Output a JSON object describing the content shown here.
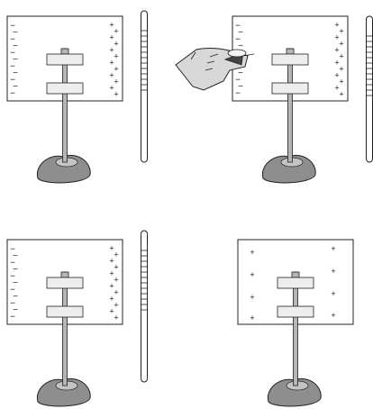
{
  "colors": {
    "line": "#222222",
    "stand": "#b5b5b5",
    "clamp": "#ededed",
    "rock": "#8e8e8e",
    "rock_highlight": "#c4c4c4",
    "glove": "#d8d8d8",
    "glove_dark": "#444444",
    "background": "#ffffff"
  },
  "symbols": {
    "positive": "+",
    "negative": "−"
  },
  "panels": [
    {
      "name": "panel-top-left",
      "left_charges": "negative",
      "right_charges": "positive",
      "charge_pattern": "separated",
      "has_rod": true,
      "has_hand": false
    },
    {
      "name": "panel-top-right",
      "left_charges": "negative",
      "right_charges": "positive",
      "charge_pattern": "separated",
      "has_rod": true,
      "has_hand": true
    },
    {
      "name": "panel-bottom-left",
      "left_charges": "negative",
      "right_charges": "positive",
      "charge_pattern": "separated",
      "has_rod": true,
      "has_hand": false
    },
    {
      "name": "panel-bottom-right",
      "left_charges": "none",
      "right_charges": "positive",
      "charge_pattern": "distributed",
      "has_rod": false,
      "has_hand": false
    }
  ],
  "icons": {
    "hand": "gloved-hand-icon",
    "rod": "charged-rod-icon",
    "rock": "rock-base-icon"
  }
}
